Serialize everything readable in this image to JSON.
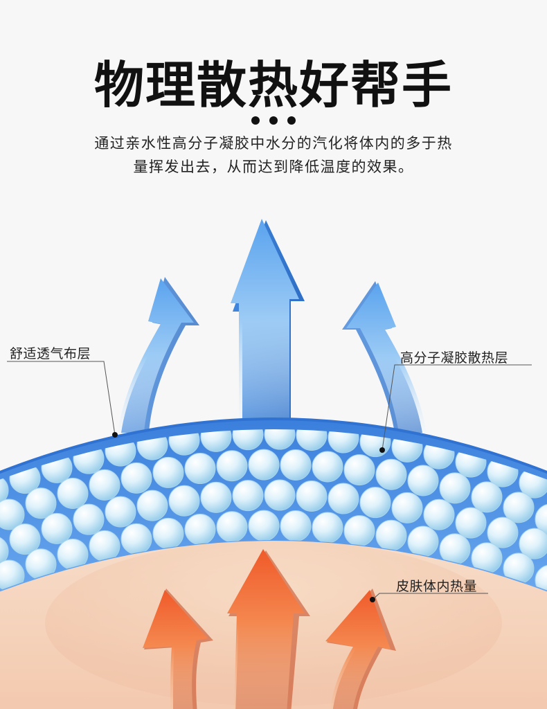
{
  "title": "物理散热好帮手",
  "description_line1": "通过亲水性高分子凝胶中水分的汽化将体内的多于热",
  "description_line2": "量挥发出去，从而达到降低温度的效果。",
  "labels": {
    "fabric_layer": "舒适透气布层",
    "gel_layer": "高分子凝胶散热层",
    "body_heat": "皮肤体内热量"
  },
  "colors": {
    "title": "#111111",
    "blue_band": "#3f86e0",
    "bubble": "#cfe9f7",
    "cool_arrow": "#6fb0f0",
    "hot_arrow": "#f26a3a",
    "skin": "#f7d9c4"
  },
  "icons": [
    "cool-air-arrow-icon",
    "body-heat-arrow-icon",
    "gel-bubble-icon"
  ]
}
